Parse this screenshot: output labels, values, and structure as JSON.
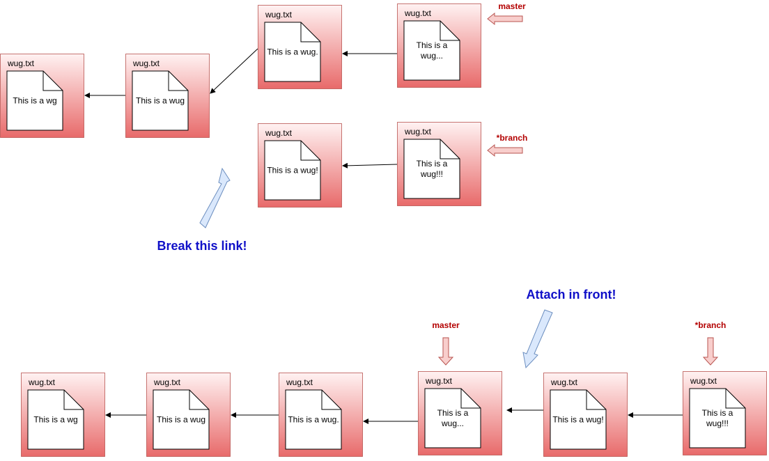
{
  "commits": [
    {
      "id": "t1",
      "filename": "wug.txt",
      "lines": [
        "This is a wg"
      ]
    },
    {
      "id": "t2",
      "filename": "wug.txt",
      "lines": [
        "This is a wug"
      ]
    },
    {
      "id": "t3",
      "filename": "wug.txt",
      "lines": [
        "This is a wug."
      ]
    },
    {
      "id": "t4",
      "filename": "wug.txt",
      "lines": [
        "This is a",
        "wug..."
      ]
    },
    {
      "id": "t5",
      "filename": "wug.txt",
      "lines": [
        "This is a wug!"
      ]
    },
    {
      "id": "t6",
      "filename": "wug.txt",
      "lines": [
        "This is a",
        "wug!!!"
      ]
    },
    {
      "id": "b1",
      "filename": "wug.txt",
      "lines": [
        "This is a wg"
      ]
    },
    {
      "id": "b2",
      "filename": "wug.txt",
      "lines": [
        "This is a wug"
      ]
    },
    {
      "id": "b3",
      "filename": "wug.txt",
      "lines": [
        "This is a wug."
      ]
    },
    {
      "id": "b4",
      "filename": "wug.txt",
      "lines": [
        "This is a",
        "wug..."
      ]
    },
    {
      "id": "b5",
      "filename": "wug.txt",
      "lines": [
        "This is a wug!"
      ]
    },
    {
      "id": "b6",
      "filename": "wug.txt",
      "lines": [
        "This is a",
        "wug!!!"
      ]
    }
  ],
  "links": [
    {
      "from": "t2",
      "to": "t1"
    },
    {
      "from": "t3",
      "to": "t2"
    },
    {
      "from": "t4",
      "to": "t3"
    },
    {
      "from": "t6",
      "to": "t5"
    },
    {
      "from": "b2",
      "to": "b1"
    },
    {
      "from": "b3",
      "to": "b2"
    },
    {
      "from": "b4",
      "to": "b3"
    },
    {
      "from": "b5",
      "to": "b4"
    },
    {
      "from": "b6",
      "to": "b5"
    }
  ],
  "pointers": [
    {
      "id": "top-master",
      "label": "master",
      "target": "t4"
    },
    {
      "id": "top-branch",
      "label": "*branch",
      "target": "t6"
    },
    {
      "id": "bottom-master",
      "label": "master",
      "target": "b4"
    },
    {
      "id": "bottom-branch",
      "label": "*branch",
      "target": "b6"
    }
  ],
  "annotations": [
    {
      "id": "break-link",
      "text": "Break this link!"
    },
    {
      "id": "attach-front",
      "text": "Attach in front!"
    }
  ],
  "colors": {
    "box_top": "#fff2f2",
    "box_bottom": "#e86a6a",
    "box_border": "#b85450",
    "arrow_line": "#000000",
    "pointer_fill": "#f8cecc",
    "pointer_stroke": "#b85450",
    "pointer_text": "#b30000",
    "note_arrow_fill": "#dae8fc",
    "note_arrow_stroke": "#6c8ebf",
    "note_text": "#1010c8"
  }
}
